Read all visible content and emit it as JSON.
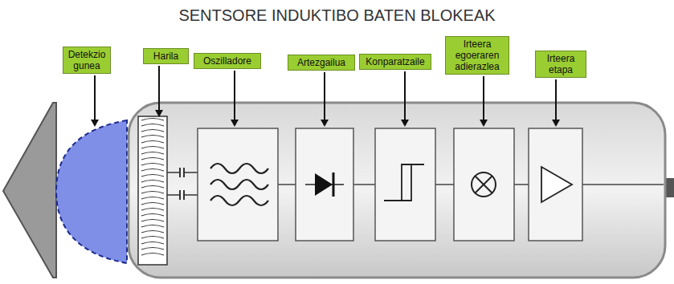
{
  "diagram": {
    "title": "SENTSORE INDUKTIBO BATEN BLOKEAK",
    "nodes": [
      {
        "text": [
          "Detekzio gunea"
        ]
      },
      {
        "text": [
          "Harila"
        ]
      },
      {
        "text": [
          "Oszilladore"
        ]
      },
      {
        "text": [
          "Artezgailua"
        ]
      },
      {
        "text": [
          "Konparatzaile"
        ]
      },
      {
        "text": [
          "Irteera egoeraren adierazlea"
        ]
      },
      {
        "text": [
          "Irteera etapa"
        ]
      }
    ]
  }
}
